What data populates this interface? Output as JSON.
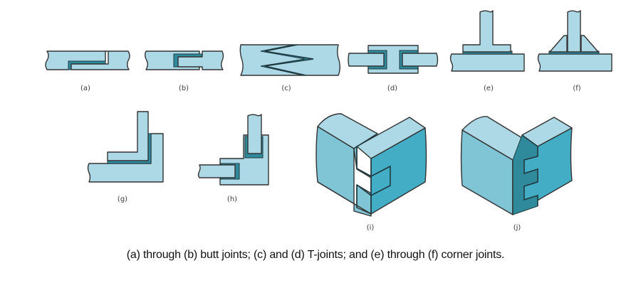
{
  "figure": {
    "labels": {
      "a": "(a)",
      "b": "(b)",
      "c": "(c)",
      "d": "(d)",
      "e": "(e)",
      "f": "(f)",
      "g": "(g)",
      "h": "(h)",
      "i": "(i)",
      "j": "(j)"
    },
    "caption": "(a) through (b) butt joints; (c) and (d) T-joints; and (e) through (f) corner joints."
  },
  "colors": {
    "part_fill": "#add8e6",
    "adhesive": "#2f8a9c",
    "outline": "#333333",
    "iso_side": "#80c5d6",
    "iso_front": "#44adc6"
  }
}
